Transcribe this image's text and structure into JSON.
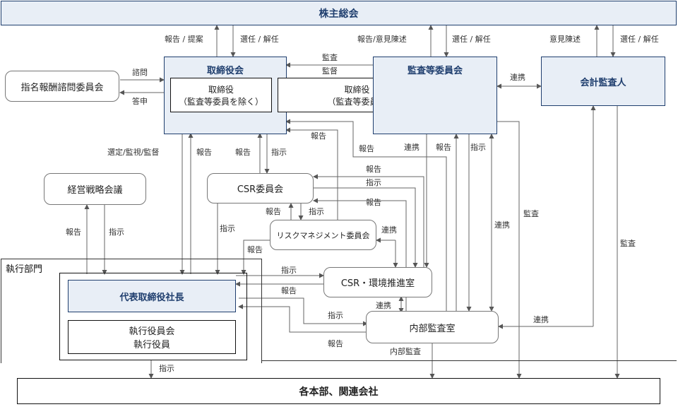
{
  "nodes": {
    "shareholders": "株主総会",
    "board": "取締役会",
    "directors_ex": "取締役",
    "directors_ex_sub": "（監査等委員を除く）",
    "directors_ac": "取締役",
    "directors_ac_sub": "（監査等委員）",
    "audit_committee": "監査等委員会",
    "accounting_auditor": "会計監査人",
    "nomination": "指名報酬諮問委員会",
    "strategy": "経営戦略会議",
    "csr_committee": "CSR委員会",
    "risk_committee": "リスクマネジメント委員会",
    "exec_division": "執行部門",
    "president": "代表取締役社長",
    "exec_officers_1": "執行役員会",
    "exec_officers_2": "執行役員",
    "csr_office": "CSR・環境推進室",
    "internal_audit": "内部監査室",
    "divisions": "各本部、関連会社"
  },
  "edge_labels": {
    "report_proposal": "報告 / 提案",
    "elect_dismiss_1": "選任 / 解任",
    "report_opinion": "報告/意見陳述",
    "elect_dismiss_2": "選任 / 解任",
    "opinion": "意見陳述",
    "elect_dismiss_3": "選任 / 解任",
    "consult": "諮問",
    "answer": "答申",
    "audit_1": "監査",
    "supervise": "監督",
    "coop_1": "連携",
    "report_1": "報告",
    "appoint": "選定/監視/監督",
    "report_2": "報告",
    "report_3": "報告",
    "instruct_1": "指示",
    "report_4": "報告",
    "coop_2": "連携",
    "report_5": "報告",
    "instruct_2": "指示",
    "report_6": "報告",
    "instruct_3": "指示",
    "report_7": "報告",
    "report_8": "報告",
    "instruct_4": "指示",
    "report_9": "報告",
    "instruct_5": "指示",
    "coop_3": "連携",
    "audit_2": "監査",
    "coop_4": "連携",
    "report_10": "報告",
    "instruct_6": "指示",
    "report_11": "報告",
    "audit_3": "監査",
    "instruct_7": "指示",
    "report_12": "報告",
    "coop_5": "連携",
    "instruct_8": "指示",
    "coop_6": "連携",
    "report_13": "報告",
    "internal_audit_lbl": "内部監査",
    "instruct_9": "指示"
  }
}
